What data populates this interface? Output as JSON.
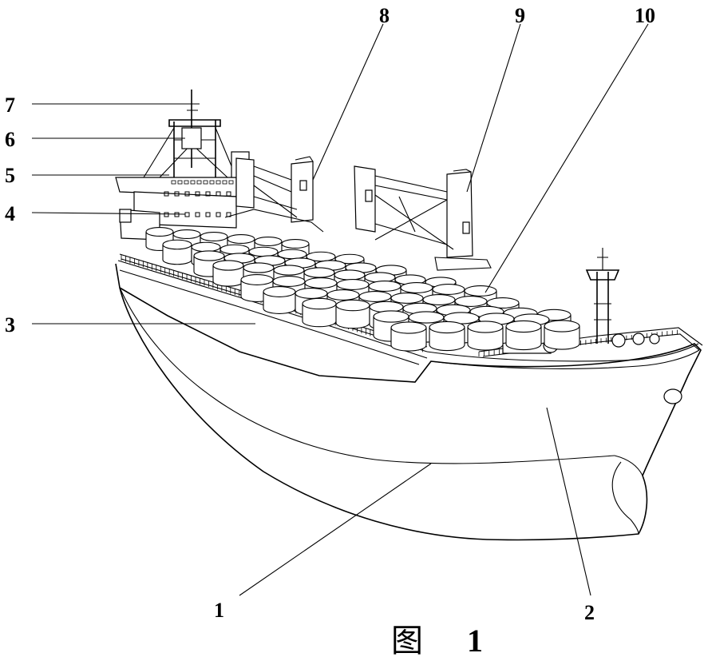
{
  "labels": {
    "l1": "1",
    "l2": "2",
    "l3": "3",
    "l4": "4",
    "l5": "5",
    "l6": "6",
    "l7": "7",
    "l8": "8",
    "l9": "9",
    "l10": "10"
  },
  "caption": {
    "prefix": "图",
    "number": "1"
  }
}
